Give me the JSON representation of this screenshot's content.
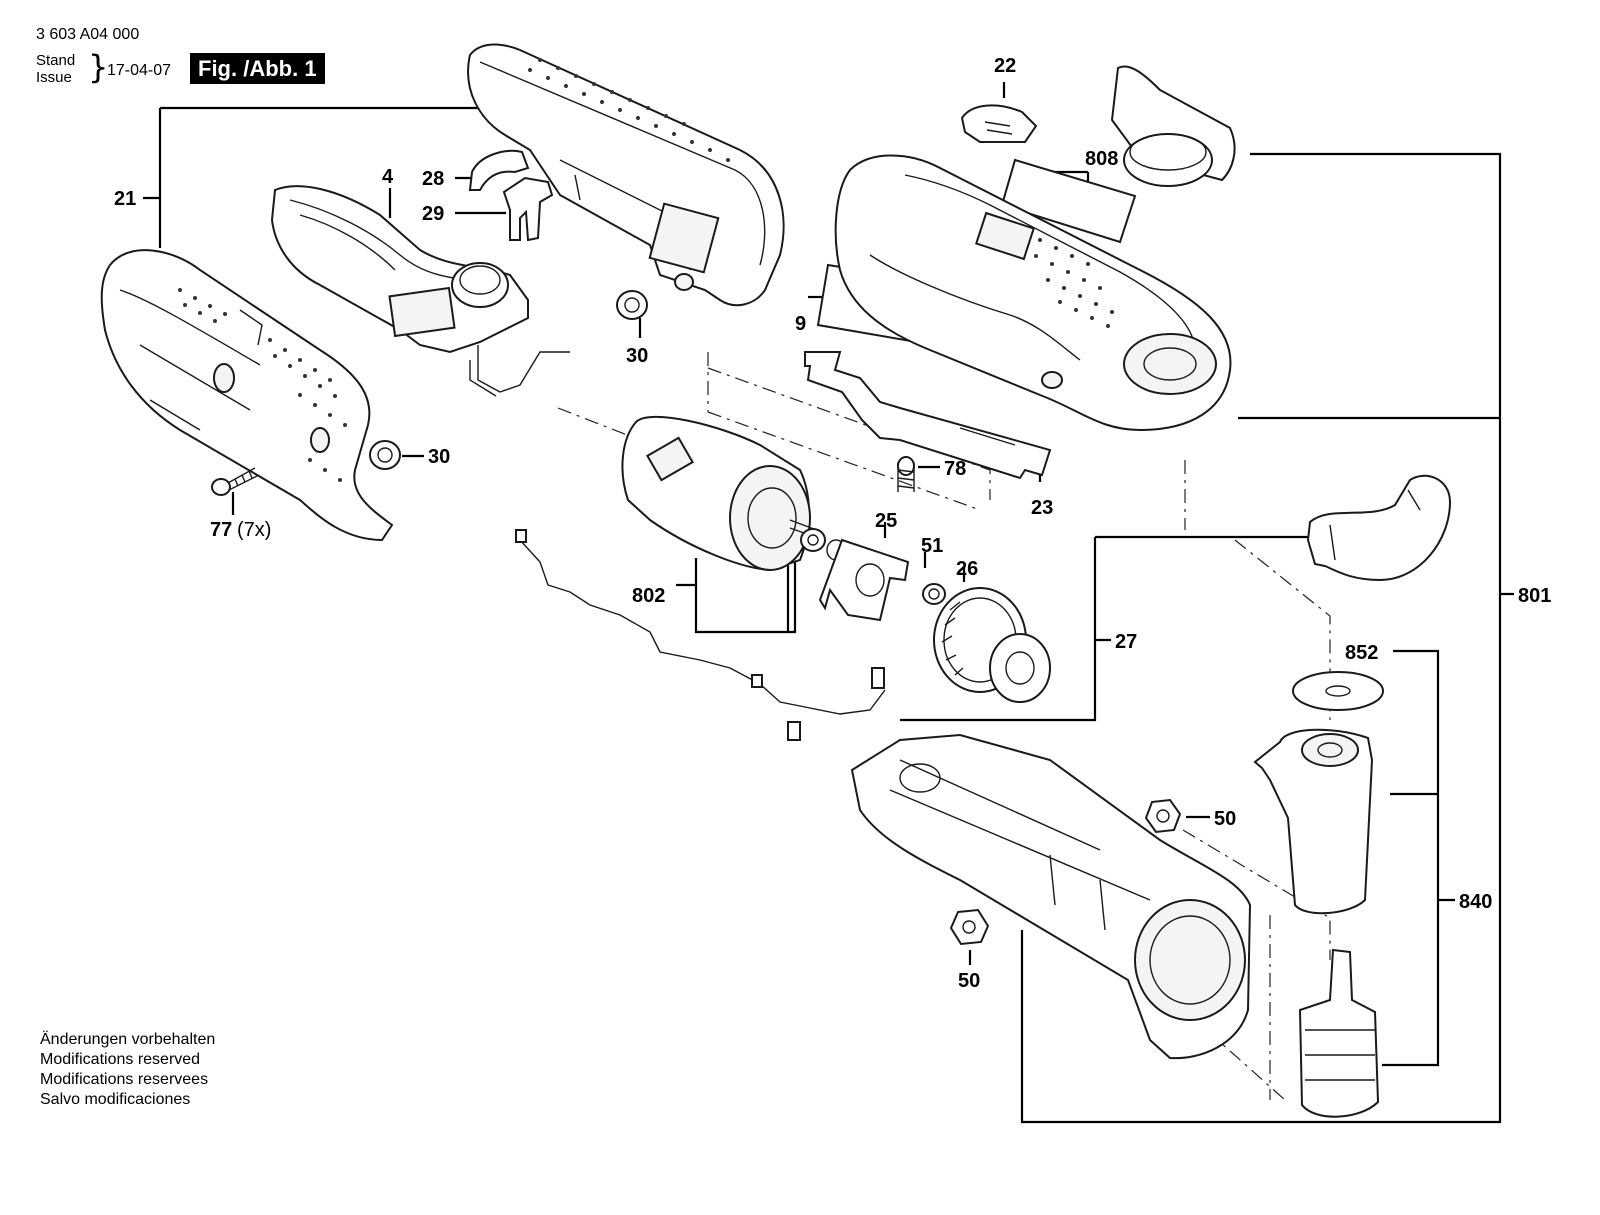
{
  "header": {
    "doc_number": "3 603 A04 000",
    "stand_label": "Stand",
    "issue_label": "Issue",
    "brace": "}",
    "date": "17-04-07",
    "figure_label": "Fig. /Abb. 1"
  },
  "notes": [
    "Änderungen vorbehalten",
    "Modifications reserved",
    "Modifications reservees",
    "Salvo modificaciones"
  ],
  "part_labels": {
    "p21": "21",
    "p4": "4",
    "p28": "28",
    "p29": "29",
    "p30a": "30",
    "p30b": "30",
    "p77": "77",
    "p77_qty": "(7x)",
    "p22": "22",
    "p808": "808",
    "p9": "9",
    "p78": "78",
    "p23": "23",
    "p25": "25",
    "p51": "51",
    "p26": "26",
    "p802": "802",
    "p27": "27",
    "p801": "801",
    "p852": "852",
    "p840": "840",
    "p50a": "50",
    "p50b": "50"
  }
}
